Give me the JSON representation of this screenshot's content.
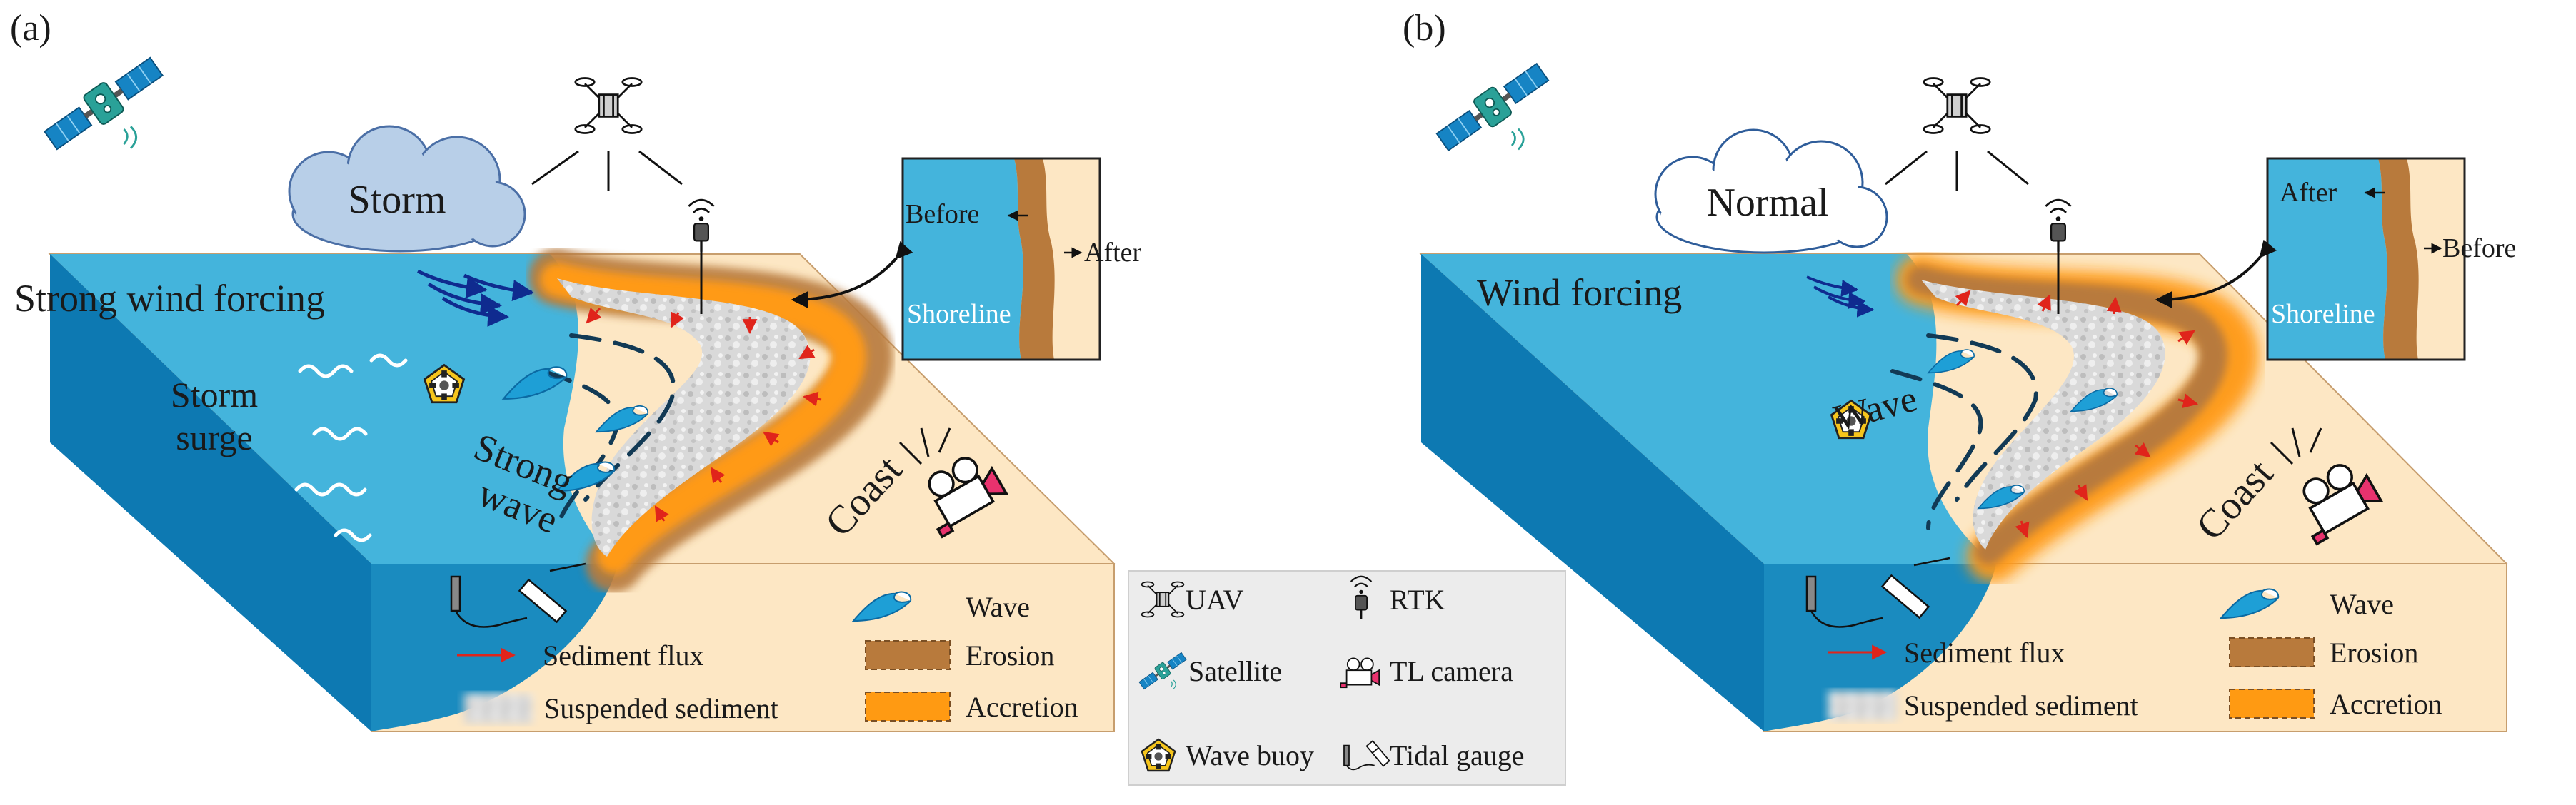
{
  "colors": {
    "sea": "#44b4dc",
    "sea_front": "#1a8bbf",
    "sea_side": "#0d79b2",
    "land": "#fde7c4",
    "land_edge": "#caa57a",
    "sediment": "#cfcfcf",
    "erosion": "#b87a3c",
    "accretion": "#ff9a12",
    "flux": "#e0241b",
    "storm_cloud": "#b8cfe8",
    "legend_bg": "#ececec"
  },
  "panel_a": {
    "tag": "(a)",
    "cloud_label": "Storm",
    "wind_label": "Strong wind forcing",
    "surge_label_1": "Storm",
    "surge_label_2": "surge",
    "wave_label_1": "Strong",
    "wave_label_2": "wave",
    "coast_label": "Coast",
    "inset": {
      "before": "Before",
      "after": "After",
      "shoreline": "Shoreline"
    },
    "legend": {
      "flux": "Sediment flux",
      "suspended": "Suspended sediment",
      "wave": "Wave",
      "erosion": "Erosion",
      "accretion": "Accretion"
    }
  },
  "panel_b": {
    "tag": "(b)",
    "cloud_label": "Normal",
    "wind_label": "Wind forcing",
    "wave_label": "Wave",
    "coast_label": "Coast",
    "inset": {
      "after": "After",
      "before": "Before",
      "shoreline": "Shoreline"
    },
    "legend": {
      "flux": "Sediment flux",
      "suspended": "Suspended sediment",
      "wave": "Wave",
      "erosion": "Erosion",
      "accretion": "Accretion"
    }
  },
  "instrument_legend": {
    "uav": "UAV",
    "rtk": "RTK",
    "satellite": "Satellite",
    "tl_camera": "TL camera",
    "wave_buoy": "Wave buoy",
    "tidal_gauge": "Tidal gauge"
  },
  "icons": [
    "satellite-icon",
    "uav-icon",
    "rtk-icon",
    "tl-camera-icon",
    "wave-buoy-icon",
    "tidal-gauge-icon"
  ]
}
